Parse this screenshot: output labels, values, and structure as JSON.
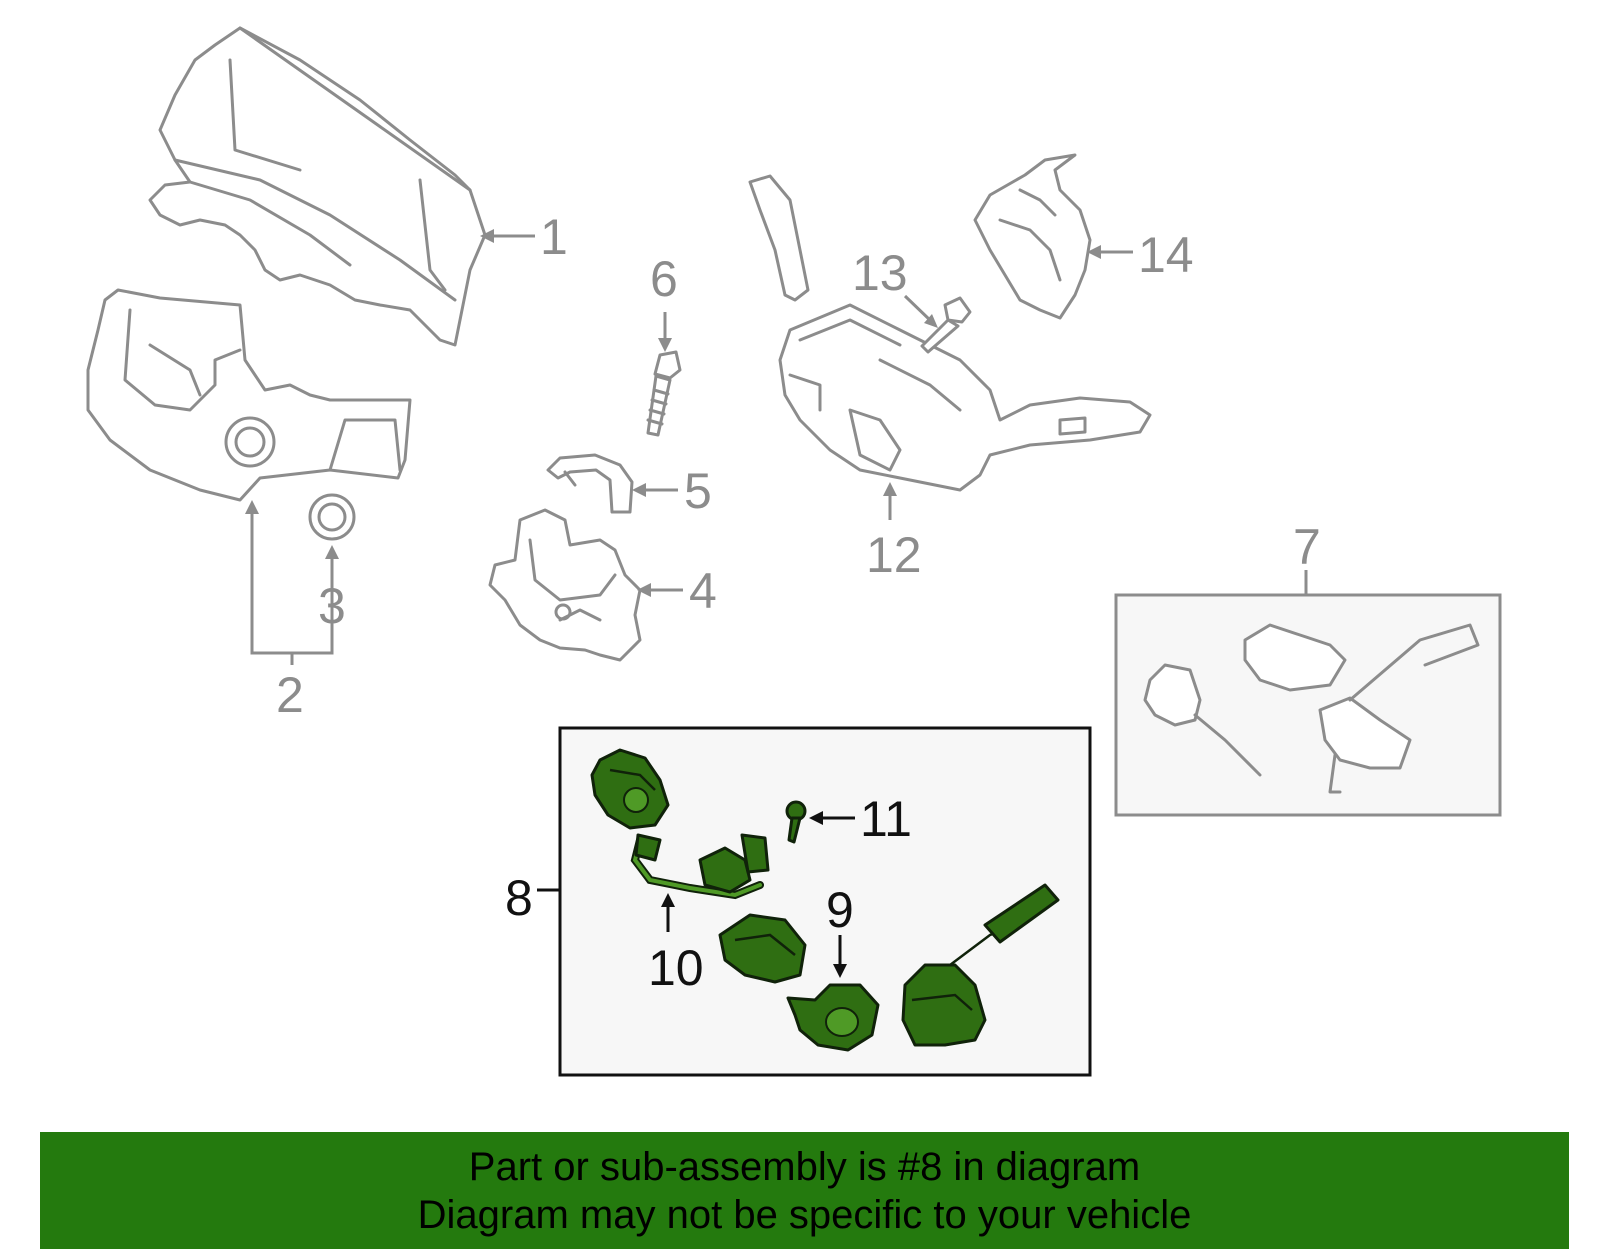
{
  "callouts": {
    "c1": "1",
    "c2": "2",
    "c3": "3",
    "c4": "4",
    "c5": "5",
    "c6": "6",
    "c7": "7",
    "c8": "8",
    "c9": "9",
    "c10": "10",
    "c11": "11",
    "c12": "12",
    "c13": "13",
    "c14": "14"
  },
  "banner": {
    "line1": "Part or sub-assembly is #8 in diagram",
    "line2": "Diagram may not be specific to your vehicle"
  },
  "colors": {
    "highlight_part": "#2f6e12",
    "banner_background": "#247a0e",
    "line_art": "#8c8c8c",
    "subassembly_box_fill": "#f7f7f7"
  }
}
